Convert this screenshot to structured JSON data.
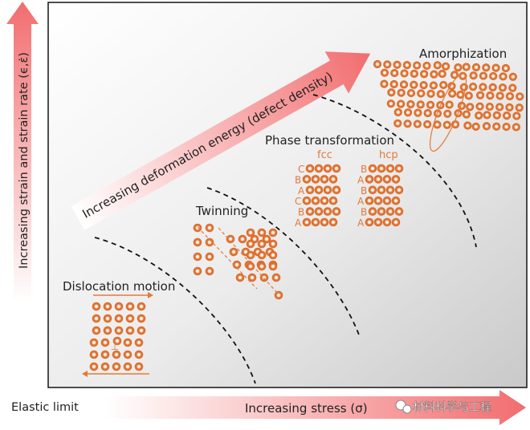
{
  "axes": {
    "y_label": "Increasing strain and strain rate (ϵ,ε̇)",
    "x_label": "Increasing stress (σ)",
    "x_origin_label": "Elastic limit",
    "diagonal_label": "Increasing deformation energy (defect density)"
  },
  "regimes": {
    "dislocation": "Dislocation motion",
    "twinning": "Twinning",
    "phase": "Phase transformation",
    "amorphization": "Amorphization"
  },
  "phase_structures": {
    "fcc_title": "fcc",
    "hcp_title": "hcp",
    "fcc_stacking": [
      "C",
      "B",
      "A",
      "C",
      "B",
      "A"
    ],
    "hcp_stacking": [
      "B",
      "A",
      "B",
      "A",
      "B",
      "A"
    ]
  },
  "watermark": "材料科学与工程",
  "colors": {
    "arrow": "#f47778",
    "atom": "#e27a3a",
    "frame": "#222222"
  }
}
